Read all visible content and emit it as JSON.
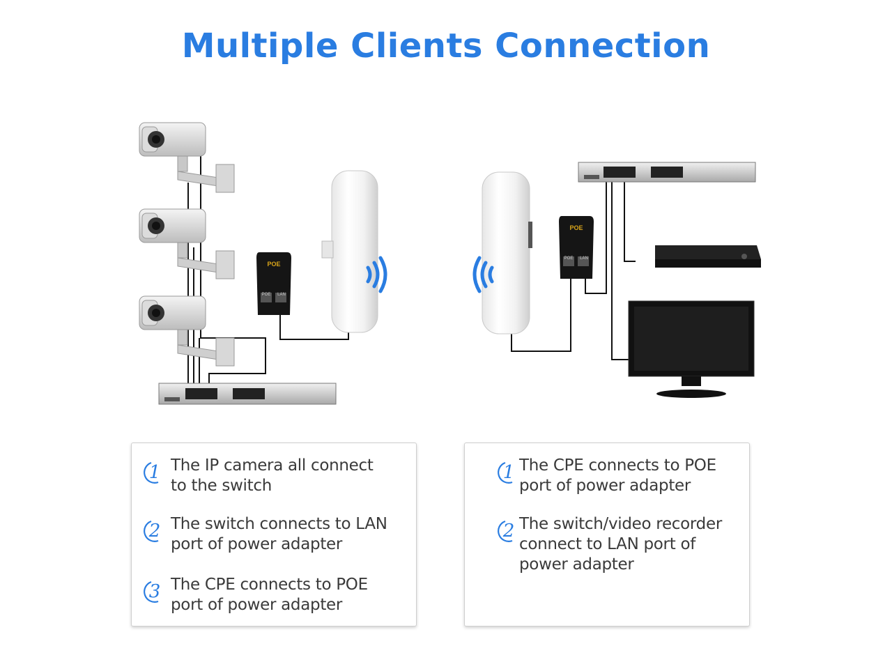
{
  "title": "Multiple Clients Connection",
  "left_panel": {
    "devices": {
      "poe_label": "POE",
      "ports": [
        "POE",
        "LAN"
      ]
    },
    "steps": [
      {
        "number": "1",
        "text": "The IP camera all connect\nto the switch"
      },
      {
        "number": "2",
        "text": "The switch connects to LAN\nport of power adapter"
      },
      {
        "number": "3",
        "text": "The CPE connects to POE\nport of power adapter"
      }
    ]
  },
  "right_panel": {
    "devices": {
      "poe_label": "POE",
      "ports": [
        "POE",
        "LAN"
      ]
    },
    "steps": [
      {
        "number": "1",
        "text": "The CPE connects to POE\nport of power adapter"
      },
      {
        "number": "2",
        "text": "The switch/video recorder\nconnect to LAN port of\npower adapter"
      }
    ]
  },
  "colors": {
    "accent": "#2a7de1",
    "wire": "#111111",
    "text": "#3a3a3a",
    "device_grey": "#d9d9d9"
  }
}
